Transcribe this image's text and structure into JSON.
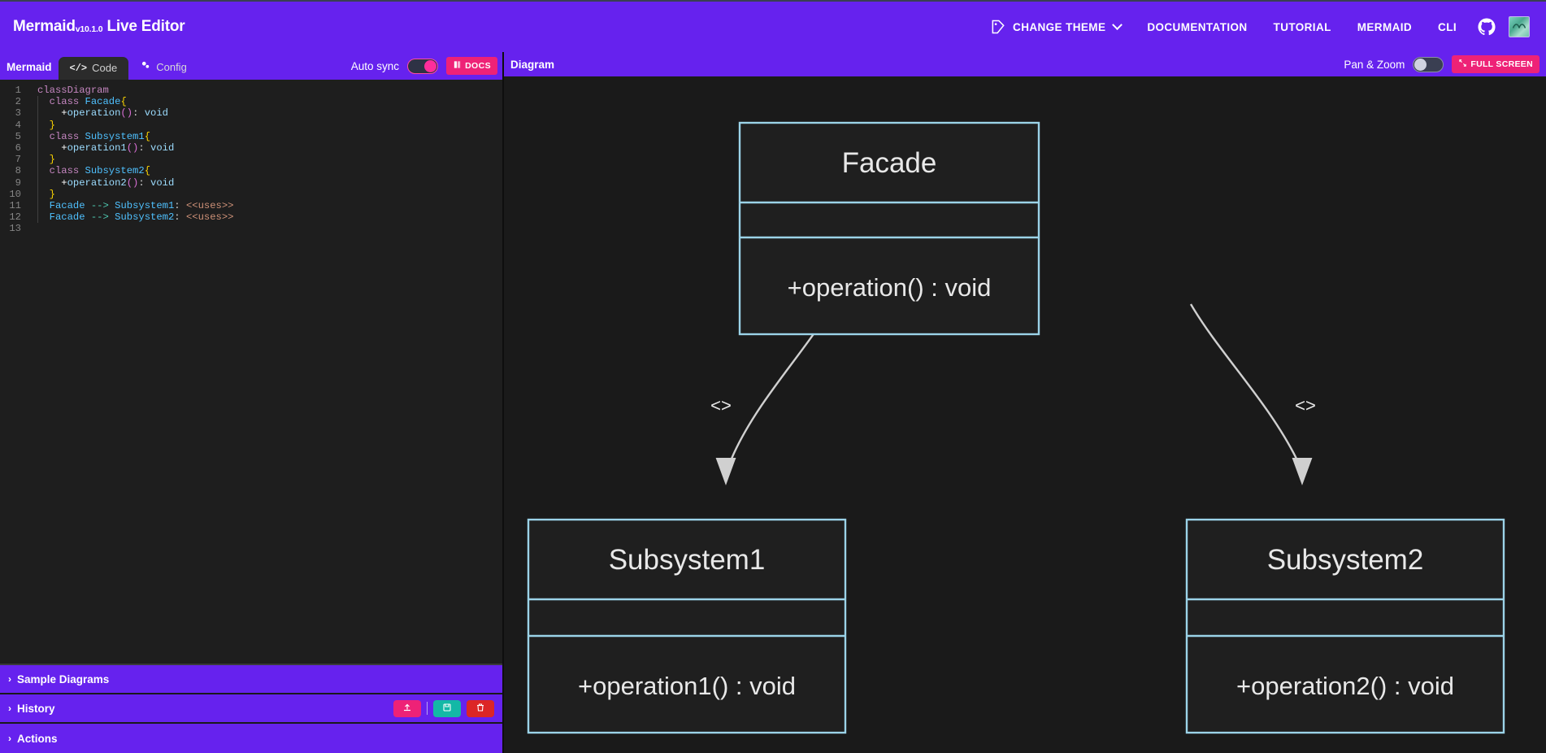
{
  "navbar": {
    "brand_name": "Mermaid",
    "brand_version": "v10.1.0",
    "brand_suffix": "Live Editor",
    "theme_icon": "theme-palette-icon",
    "change_theme_label": "CHANGE THEME",
    "items": [
      {
        "label": "DOCUMENTATION",
        "name": "nav-documentation"
      },
      {
        "label": "TUTORIAL",
        "name": "nav-tutorial"
      },
      {
        "label": "MERMAID",
        "name": "nav-mermaid"
      },
      {
        "label": "CLI",
        "name": "nav-cli"
      }
    ],
    "github_icon": "github-icon",
    "mermaid_logo_icon": "mermaid-logo-icon"
  },
  "editor": {
    "panel_title": "Mermaid",
    "tabs": [
      {
        "label": "Code",
        "icon": "code-brackets-icon",
        "active": true
      },
      {
        "label": "Config",
        "icon": "gears-icon",
        "active": false
      }
    ],
    "autosync_label": "Auto sync",
    "autosync_on": true,
    "docs_label": "DOCS",
    "docs_icon": "book-icon",
    "code": {
      "language": "mermaid",
      "line_count": 13,
      "text": "classDiagram\n  class Facade{\n    +operation(): void\n  }\n  class Subsystem1{\n    +operation1(): void\n  }\n  class Subsystem2{\n    +operation2(): void\n  }\n  Facade --> Subsystem1: <<uses>>\n  Facade --> Subsystem2: <<uses>>\n",
      "lines": [
        {
          "n": 1,
          "raw": "classDiagram"
        },
        {
          "n": 2,
          "raw": "  class Facade{"
        },
        {
          "n": 3,
          "raw": "    +operation(): void"
        },
        {
          "n": 4,
          "raw": "  }"
        },
        {
          "n": 5,
          "raw": "  class Subsystem1{"
        },
        {
          "n": 6,
          "raw": "    +operation1(): void"
        },
        {
          "n": 7,
          "raw": "  }"
        },
        {
          "n": 8,
          "raw": "  class Subsystem2{"
        },
        {
          "n": 9,
          "raw": "    +operation2(): void"
        },
        {
          "n": 10,
          "raw": "  }"
        },
        {
          "n": 11,
          "raw": "  Facade --> Subsystem1: <<uses>>"
        },
        {
          "n": 12,
          "raw": "  Facade --> Subsystem2: <<uses>>"
        },
        {
          "n": 13,
          "raw": ""
        }
      ]
    }
  },
  "panels": [
    {
      "label": "Sample Diagrams",
      "name": "panel-sample-diagrams",
      "chevron": "›",
      "has_actions": false
    },
    {
      "label": "History",
      "name": "panel-history",
      "chevron": "›",
      "has_actions": true,
      "actions": [
        {
          "name": "history-upload-button",
          "icon": "upload-icon",
          "color": "pink"
        },
        {
          "name": "history-save-button",
          "icon": "save-icon",
          "color": "teal"
        },
        {
          "name": "history-delete-button",
          "icon": "trash-icon",
          "color": "red"
        }
      ]
    },
    {
      "label": "Actions",
      "name": "panel-actions",
      "chevron": "›",
      "has_actions": false
    }
  ],
  "preview": {
    "title": "Diagram",
    "panzoom_label": "Pan & Zoom",
    "panzoom_on": false,
    "fullscreen_label": "FULL SCREEN",
    "fullscreen_icon": "expand-icon"
  },
  "diagram": {
    "type": "classDiagram",
    "node_stroke": "#9bd3e8",
    "node_fill": "#1f1f1f",
    "text_color": "#e8e8e8",
    "classes": [
      {
        "id": "Facade",
        "title": "Facade",
        "members": [],
        "methods": [
          "+operation() : void"
        ]
      },
      {
        "id": "Subsystem1",
        "title": "Subsystem1",
        "members": [],
        "methods": [
          "+operation1() : void"
        ]
      },
      {
        "id": "Subsystem2",
        "title": "Subsystem2",
        "members": [],
        "methods": [
          "+operation2() : void"
        ]
      }
    ],
    "relations": [
      {
        "from": "Facade",
        "to": "Subsystem1",
        "arrow": "-->",
        "label": "<>"
      },
      {
        "from": "Facade",
        "to": "Subsystem2",
        "arrow": "-->",
        "label": "<>"
      }
    ]
  }
}
